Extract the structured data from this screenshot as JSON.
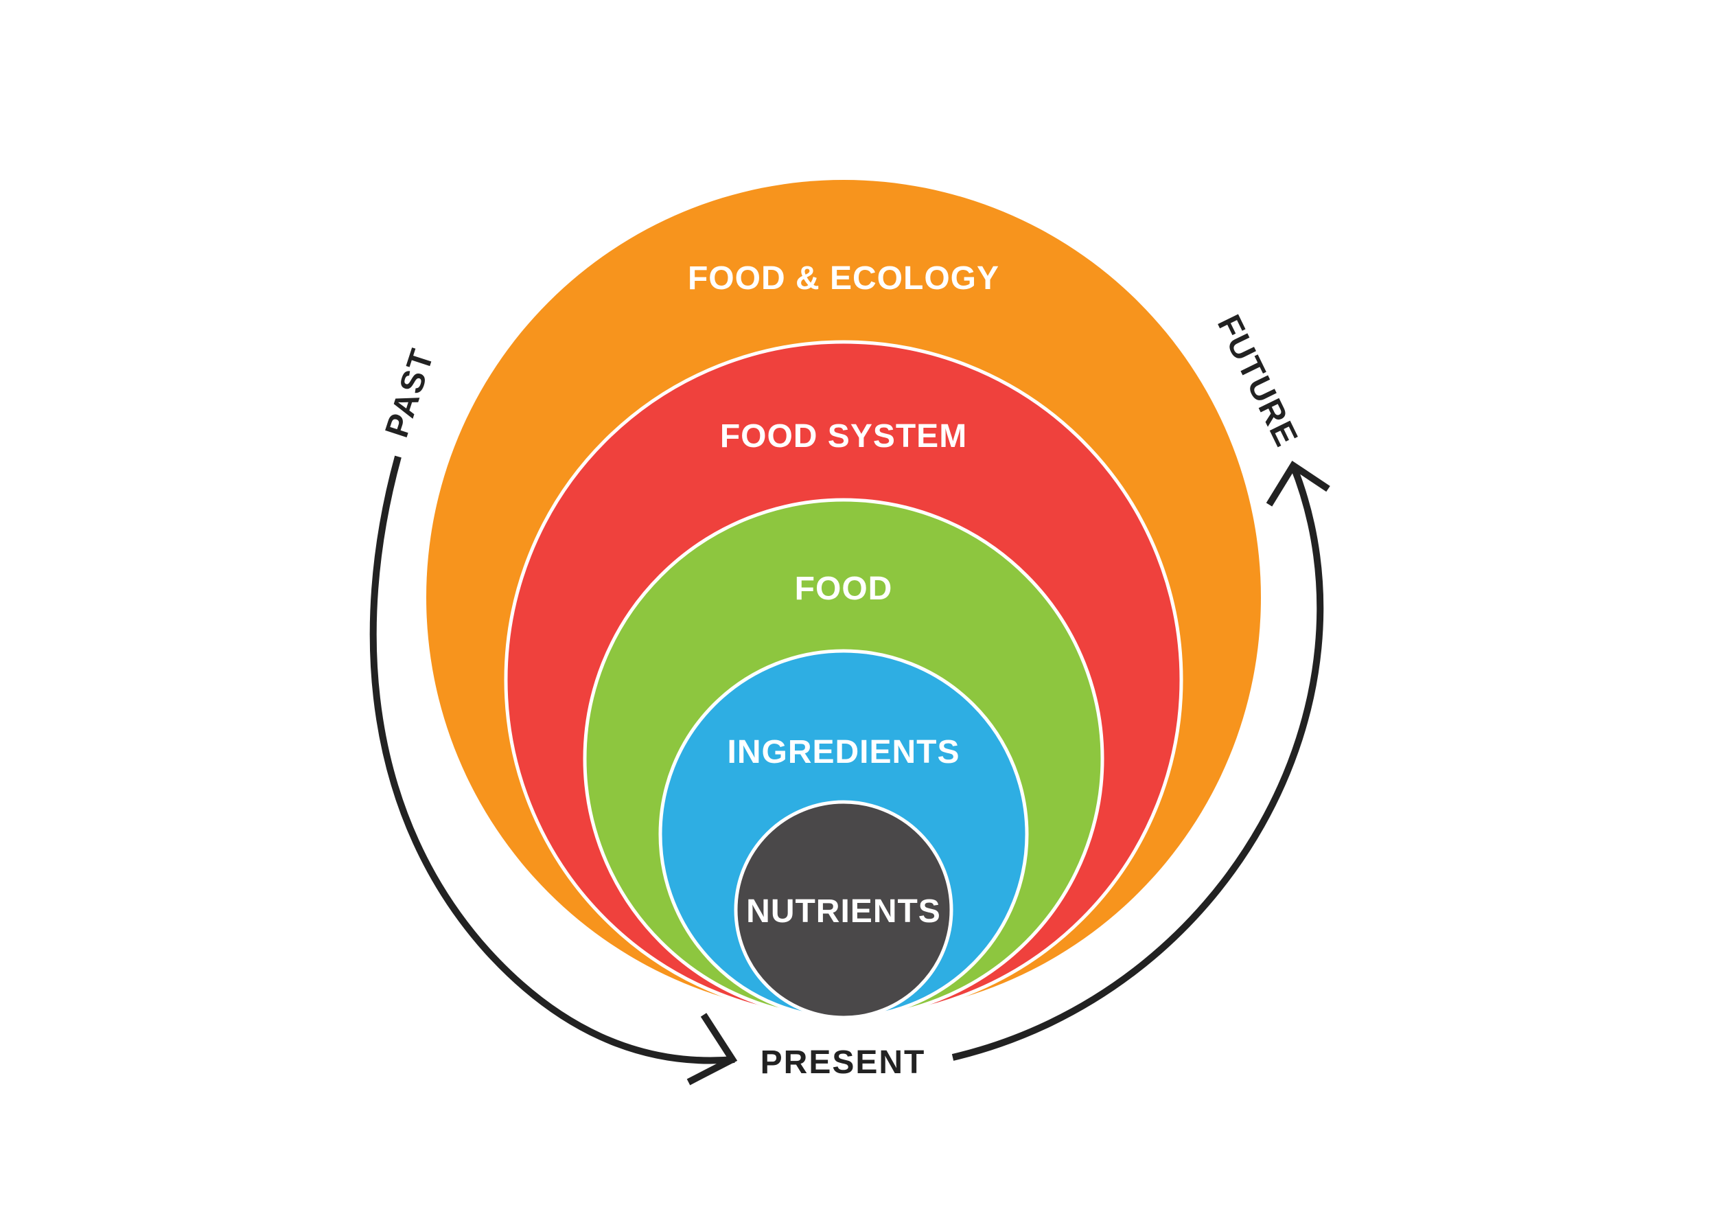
{
  "diagram": {
    "layers": [
      {
        "key": "ecology",
        "label": "FOOD & ECOLOGY",
        "color": "#F7941D"
      },
      {
        "key": "system",
        "label": "FOOD SYSTEM",
        "color": "#EF413D"
      },
      {
        "key": "food",
        "label": "FOOD",
        "color": "#8DC63F"
      },
      {
        "key": "ingredients",
        "label": "INGREDIENTS",
        "color": "#2EAEE3"
      },
      {
        "key": "nutrients",
        "label": "NUTRIENTS",
        "color": "#4A4849"
      }
    ],
    "timeline": {
      "past": "PAST",
      "present": "PRESENT",
      "future": "FUTURE",
      "line_color": "#222222"
    }
  }
}
